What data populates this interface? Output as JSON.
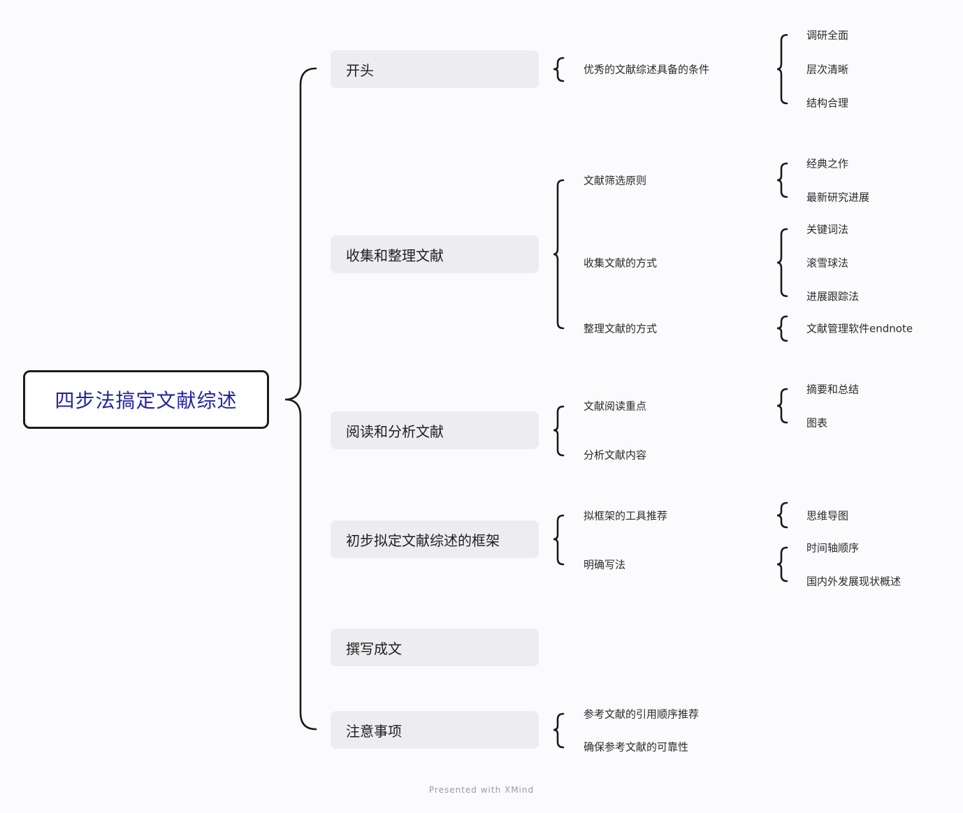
{
  "root": {
    "title": "四步法搞定文献综述"
  },
  "branches": [
    {
      "label": "开头"
    },
    {
      "label": "收集和整理文献"
    },
    {
      "label": "阅读和分析文献"
    },
    {
      "label": "初步拟定文献综述的框架"
    },
    {
      "label": "撰写成文"
    },
    {
      "label": "注意事项"
    }
  ],
  "subtopics": [
    "优秀的文献综述具备的条件",
    "文献筛选原则",
    "收集文献的方式",
    "整理文献的方式",
    "文献阅读重点",
    "分析文献内容",
    "拟框架的工具推荐",
    "明确写法",
    "参考文献的引用顺序推荐",
    "确保参考文献的可靠性"
  ],
  "leaves": [
    "调研全面",
    "层次清晰",
    "结构合理",
    "经典之作",
    "最新研究进展",
    "关键词法",
    "滚雪球法",
    "进展跟踪法",
    "文献管理软件endnote",
    "摘要和总结",
    "图表",
    "思维导图",
    "时间轴顺序",
    "国内外发展现状概述"
  ],
  "footer": "Presented with XMind"
}
